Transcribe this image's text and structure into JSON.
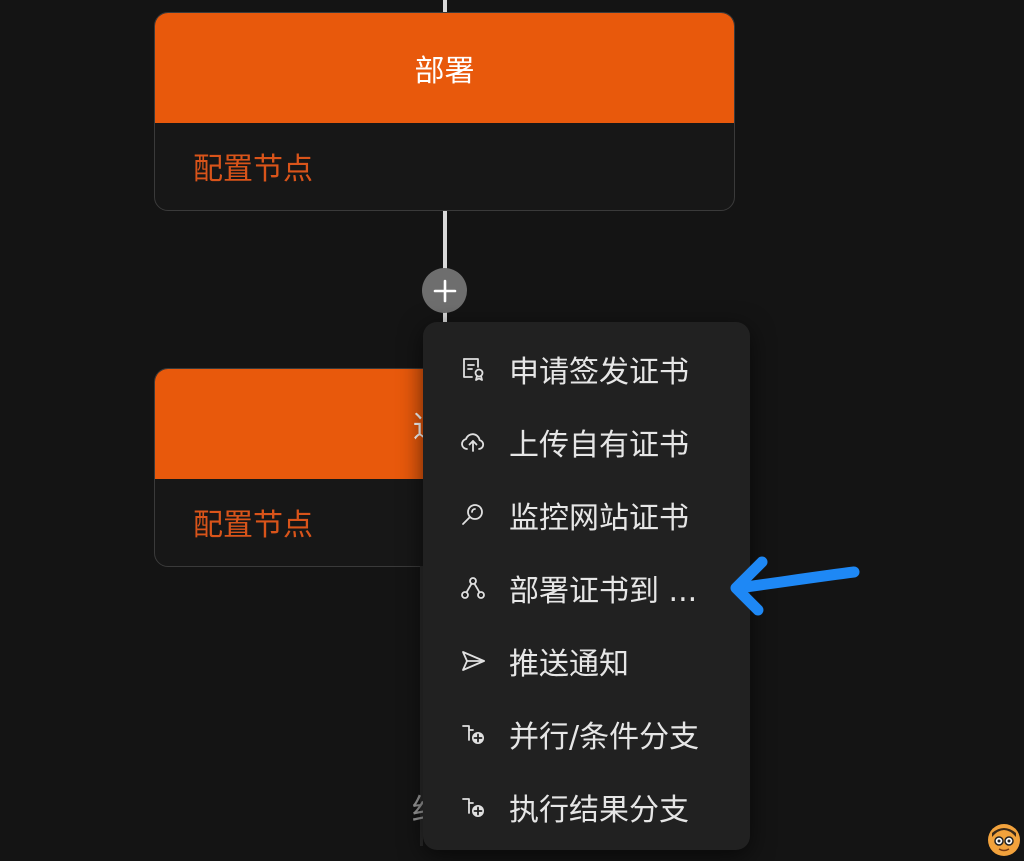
{
  "nodes": [
    {
      "header": "部署",
      "body": "配置节点"
    },
    {
      "header": "通",
      "body": "配置节点"
    }
  ],
  "add_button_symbol": "+",
  "menu": {
    "items": [
      {
        "label": "申请签发证书",
        "icon": "certificate-apply-icon"
      },
      {
        "label": "上传自有证书",
        "icon": "cloud-upload-icon"
      },
      {
        "label": "监控网站证书",
        "icon": "monitor-search-icon"
      },
      {
        "label": "部署证书到 ...",
        "icon": "deploy-nodes-icon"
      },
      {
        "label": "推送通知",
        "icon": "send-icon"
      },
      {
        "label": "并行/条件分支",
        "icon": "branch-add-icon"
      },
      {
        "label": "执行结果分支",
        "icon": "branch-add-icon"
      }
    ]
  },
  "partial_text": "结",
  "colors": {
    "accent": "#e8590c",
    "annotation_arrow": "#1e88f5",
    "background": "#141414",
    "menu_background": "#212121"
  }
}
